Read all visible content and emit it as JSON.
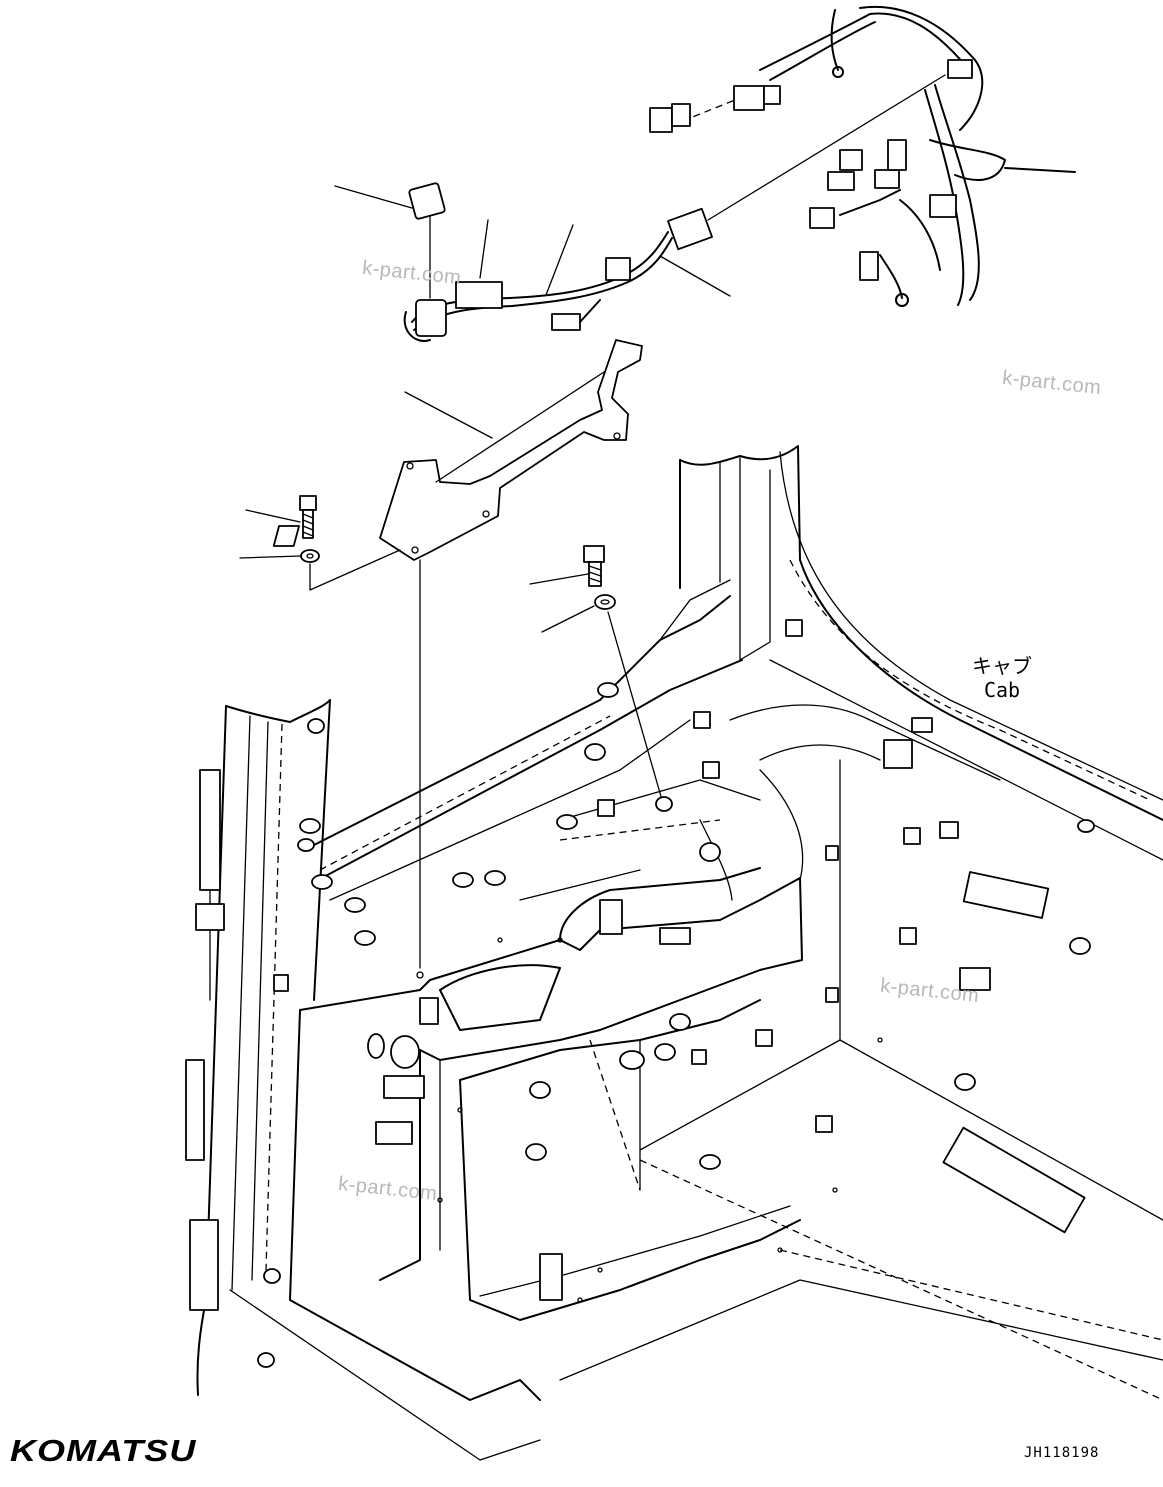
{
  "labels": {
    "cab_jp": "キャブ",
    "cab_en": "Cab"
  },
  "watermarks": [
    "k-part.com",
    "k-part.com",
    "k-part.com",
    "k-part.com"
  ],
  "brand": "KOMATSU",
  "drawing_code": "JH118198"
}
